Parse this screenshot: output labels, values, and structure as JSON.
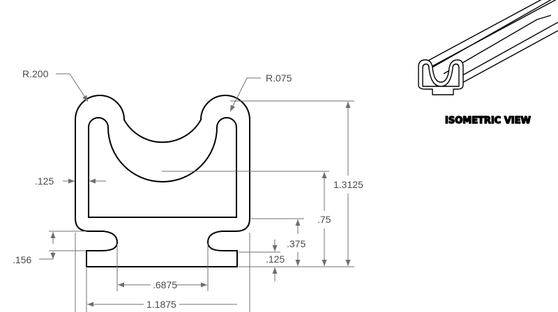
{
  "labels": {
    "radius_outer": "R.200",
    "radius_inner": "R.075",
    "wall": ".125",
    "flange": ".156",
    "slot_width": ".6875",
    "overall_width": "1.1875",
    "overall_height": "1.3125",
    "body_height": ".75",
    "slot_height": ".375",
    "base": ".125",
    "view_title": "ISOMETRIC VIEW"
  }
}
